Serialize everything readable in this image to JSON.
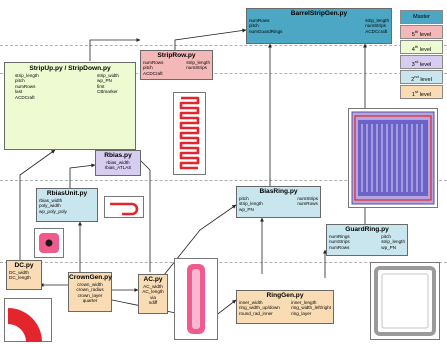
{
  "colors": {
    "level5": "#f4b8b8",
    "level4": "#eefad2",
    "level3": "#d6cdf1",
    "level2": "#c9e6ef",
    "level1": "#f9dcb4",
    "master": "#4ba7c3",
    "pink": "#ef5b8e",
    "red": "#e3262e"
  },
  "legend": {
    "master": "Master",
    "level5": {
      "num": "5",
      "sup": "th",
      "word": "level"
    },
    "level4": {
      "num": "4",
      "sup": "th",
      "word": "level"
    },
    "level3": {
      "num": "3",
      "sup": "rd",
      "word": "level"
    },
    "level2": {
      "num": "2",
      "sup": "nd",
      "word": "level"
    },
    "level1": {
      "num": "1",
      "sup": "st",
      "word": "level"
    }
  },
  "boxes": {
    "barrel": {
      "title": "BarrelStripGen.py",
      "left": [
        "numRows",
        "pitch",
        "numGuardRings"
      ],
      "right": [
        "strip_length",
        "numStrips",
        "ACDCcraft"
      ]
    },
    "striprow": {
      "title": "StripRow.py",
      "left": [
        "numRows",
        "pitch",
        "ACDCraft"
      ],
      "right": [
        "strip_length",
        "numStrips"
      ]
    },
    "stripupdown": {
      "title": "StripUp.py / StripDown.py",
      "left": [
        "strip_length",
        "pitch",
        "numRows",
        "last",
        "ACDCraft"
      ],
      "right": [
        "strip_width",
        "wp_PN",
        "first",
        "CBmarker"
      ]
    },
    "rbias": {
      "title": "Rbias.py",
      "lines": [
        "rbias_width",
        "rbias_ATLAS"
      ]
    },
    "rbiasunit": {
      "title": "RbiasUnit.py",
      "lines": [
        "rbias_width",
        "poly_width",
        "wp_poly_poly"
      ]
    },
    "biasring": {
      "title": "BiasRing.py",
      "left": [
        "pitch",
        "strip_length",
        "wp_PN"
      ],
      "right": [
        "numStrips",
        "numRows"
      ]
    },
    "guardring": {
      "title": "GuardRing.py",
      "left": [
        "numRings",
        "numStrips",
        "numRows"
      ],
      "right": [
        "pitch",
        "strip_length",
        "wp_PN"
      ]
    },
    "dc": {
      "title": "DC.py",
      "lines": [
        "DC_width",
        "DC_length"
      ]
    },
    "crowngen": {
      "title": "CrownGen.py",
      "lines": [
        "crown_width",
        "crown_radius",
        "crown_layer",
        "quarter"
      ]
    },
    "ac": {
      "title": "AC.py",
      "lines": [
        "AC_width",
        "AC_length",
        "via",
        "ndiff"
      ]
    },
    "ringgen": {
      "title": "RingGen.py",
      "left": [
        "inner_width",
        "ring_width_up/down",
        "round_rad_inner"
      ],
      "right": [
        "inner_length",
        "ring_width_left/right",
        "ring_layer"
      ]
    }
  }
}
